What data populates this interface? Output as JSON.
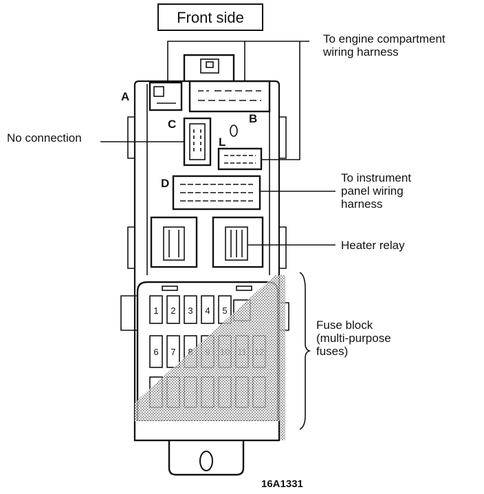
{
  "title": "Front side",
  "labels": {
    "engine_harness": [
      "To engine compartment",
      "wiring harness"
    ],
    "no_connection": "No connection",
    "instrument_harness": [
      "To instrument",
      "panel wiring",
      "harness"
    ],
    "heater_relay": "Heater relay",
    "fuse_block": [
      "Fuse block",
      "(multi-purpose",
      "fuses)"
    ]
  },
  "connectors": [
    "A",
    "B",
    "C",
    "D",
    "L"
  ],
  "fuses_row1": [
    "1",
    "2",
    "3",
    "4",
    "5"
  ],
  "fuses_row2": [
    "6",
    "7",
    "8",
    "9",
    "10",
    "11",
    "12"
  ],
  "figure_id": "16A1331"
}
